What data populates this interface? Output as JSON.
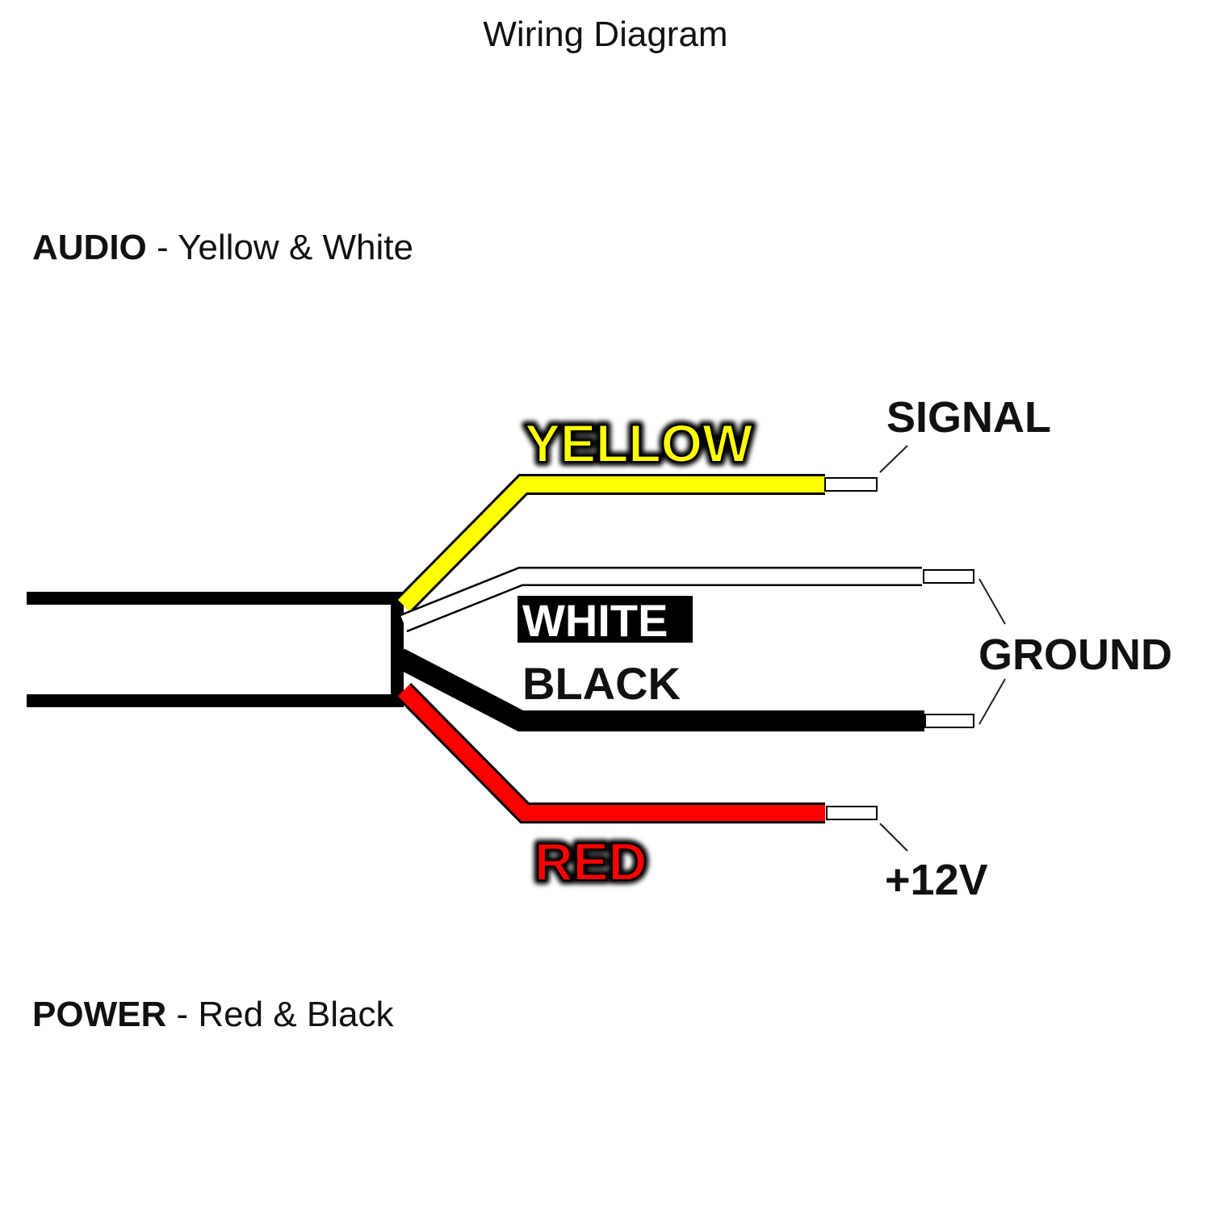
{
  "title": "Wiring Diagram",
  "groups": {
    "audio": {
      "name": "AUDIO",
      "desc": " - Yellow & White"
    },
    "power": {
      "name": "POWER",
      "desc": " - Red & Black"
    }
  },
  "wires": {
    "yellow": {
      "label": "YELLOW",
      "color": "#ffff00"
    },
    "white": {
      "label": "WHITE",
      "color": "#ffffff"
    },
    "black": {
      "label": "BLACK",
      "color": "#000000"
    },
    "red": {
      "label": "RED",
      "color": "#ff0000"
    }
  },
  "functions": {
    "signal": "SIGNAL",
    "ground": "GROUND",
    "power": "+12V"
  }
}
